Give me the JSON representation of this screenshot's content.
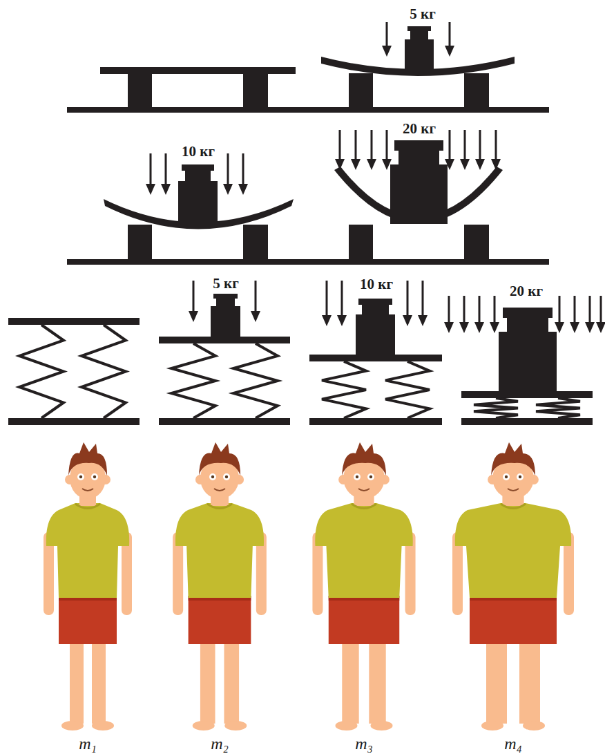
{
  "diagram": {
    "labels": [
      "5 кг",
      "10 кг",
      "20 кг",
      "5 кг",
      "10 кг",
      "20 кг",
      "m₁",
      "m₂",
      "m₃",
      "m₄"
    ]
  }
}
